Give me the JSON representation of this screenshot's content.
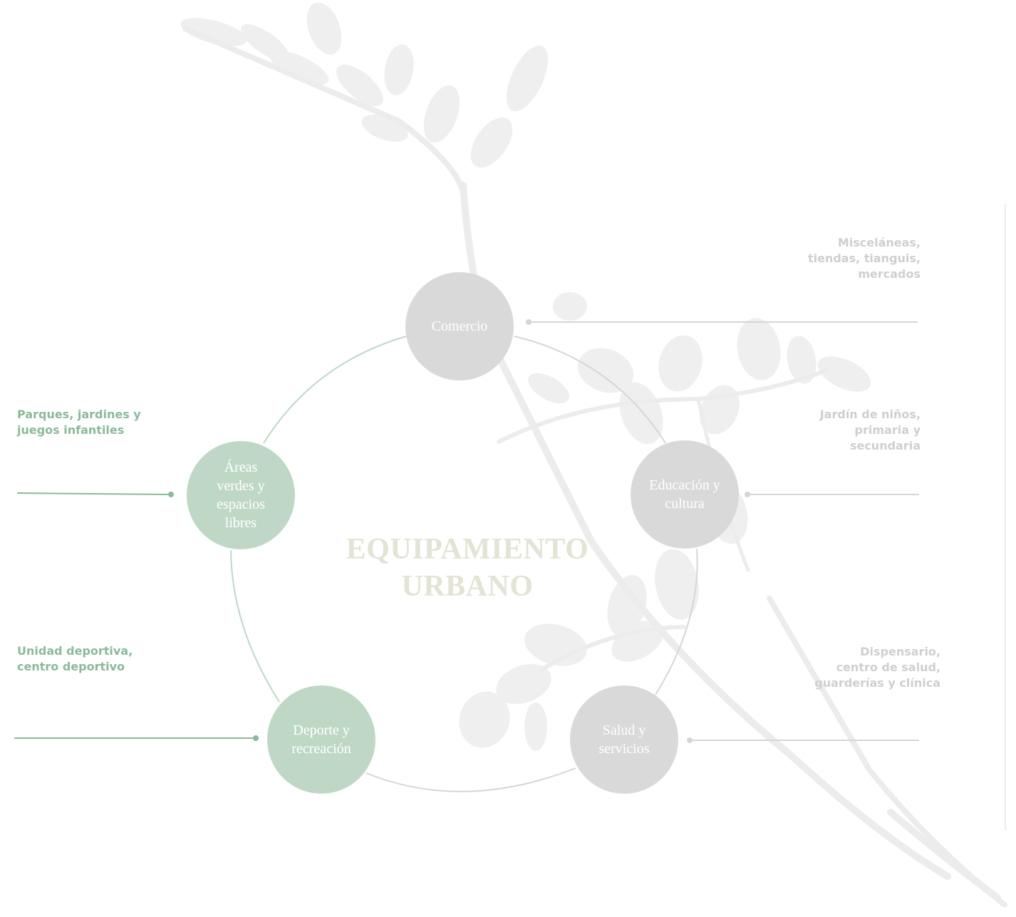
{
  "diagram": {
    "title": "EQUIPAMIENTO\nURBANO",
    "colors": {
      "gray_node": "#d9d9d9",
      "green_node": "#bfd8c6",
      "gray_line": "#d6d6d6",
      "green_line": "#8cb99a",
      "title": "#e3e3d6",
      "gray_label": "#cfcfcf",
      "green_label": "#8cb99a"
    },
    "nodes": {
      "comercio": {
        "label": "Comercio",
        "description": "Misceláneas,\ntiendas, tianguis,\nmercados"
      },
      "educacion": {
        "label": "Educación y cultura",
        "description": "Jardín de niños,\nprimaria y\nsecundaria"
      },
      "salud": {
        "label": "Salud y servicios",
        "description": "Dispensario,\ncentro de salud,\nguarderías y clínica"
      },
      "deporte": {
        "label": "Deporte y recreación",
        "description": "Unidad deportiva,\ncentro deportivo"
      },
      "areas": {
        "label": "Áreas verdes y espacios libres",
        "description": "Parques, jardines y\njuegos infantiles"
      }
    }
  }
}
